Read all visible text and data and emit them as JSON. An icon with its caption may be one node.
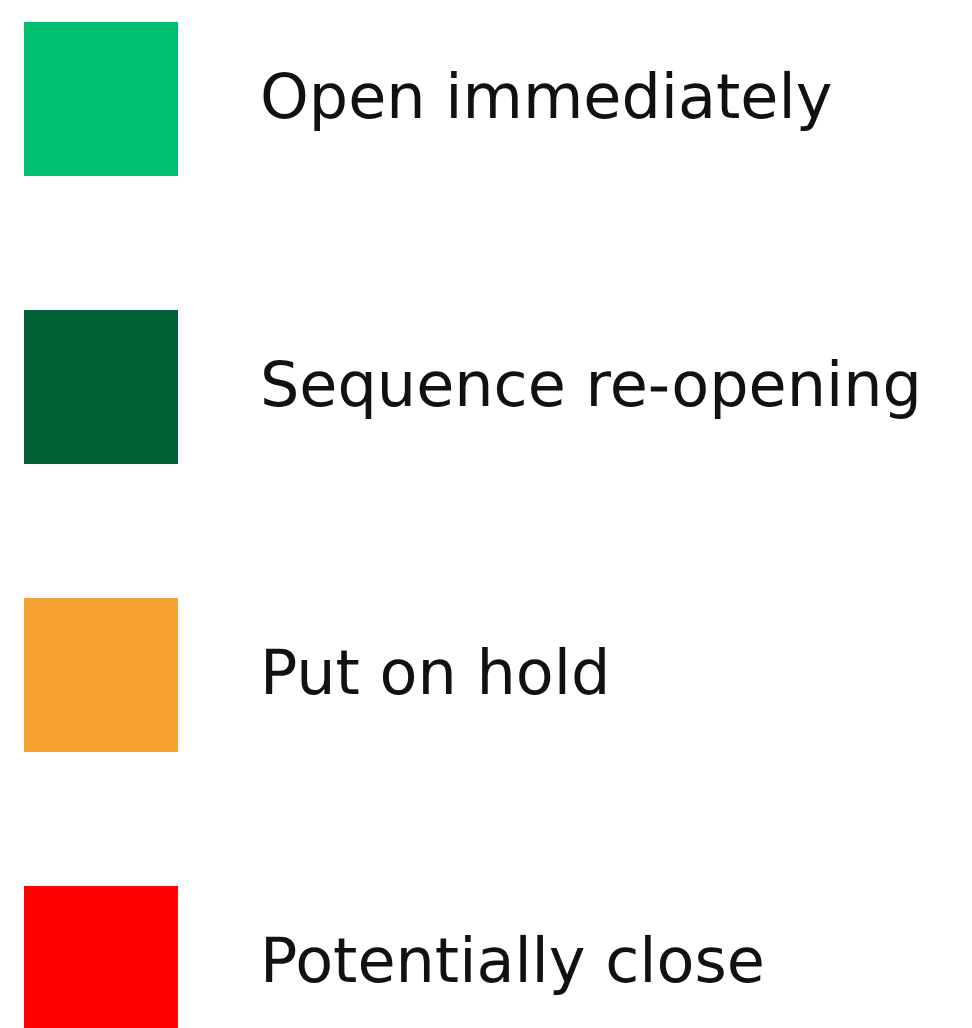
{
  "diagram": {
    "legend": [
      {
        "text": "Open immediately",
        "color": "#00bf6f"
      },
      {
        "text": "Sequence re-opening",
        "color": "#006236"
      },
      {
        "text": "Put on hold",
        "color": "#f5a233"
      },
      {
        "text": "Potentially close",
        "color": "#ff0000"
      }
    ]
  }
}
